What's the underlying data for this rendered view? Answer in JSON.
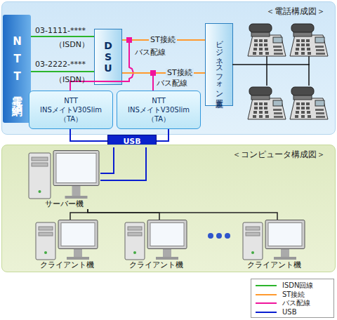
{
  "diagram": {
    "nodes": [
      {
        "text": [
          "＜電話構成図＞"
        ]
      },
      {
        "text": [
          "NTT電話網"
        ],
        "in": 0
      },
      {
        "text": [
          "DSU"
        ],
        "in": 0
      },
      {
        "text": [
          "ビジネスフォン主装置"
        ],
        "in": 0
      },
      {
        "text": [
          "NTT INSメイトV30Slim （TA）"
        ],
        "in": 0
      },
      {
        "text": [
          "NTT INSメイトV30Slim （TA）"
        ],
        "in": 0
      },
      {
        "text": [
          "USB"
        ]
      },
      {
        "text": [
          "＜コンピュータ構成図＞"
        ]
      },
      {
        "text": [
          "サーバー機"
        ],
        "in": 7
      },
      {
        "text": [
          "クライアント機"
        ],
        "in": 7
      },
      {
        "text": [
          "クライアント機"
        ],
        "in": 7
      },
      {
        "text": [
          "クライアント機"
        ],
        "in": 7
      }
    ],
    "edges": [
      {
        "from": 1,
        "to": 2,
        "arrow": "none",
        "label": "03-1111-****"
      },
      {
        "from": 1,
        "to": 2,
        "arrow": "none",
        "label": "03-2222-****"
      },
      {
        "from": 2,
        "to": 4,
        "arrow": "none",
        "label": "バス配線"
      },
      {
        "from": 2,
        "to": 5,
        "arrow": "none",
        "label": "バス配線"
      },
      {
        "from": 2,
        "to": 3,
        "arrow": "none",
        "label": "ST接続"
      },
      {
        "from": 2,
        "to": 3,
        "arrow": "none",
        "label": "ST接続"
      },
      {
        "from": 4,
        "to": 6,
        "arrow": "none"
      },
      {
        "from": 5,
        "to": 6,
        "arrow": "none"
      },
      {
        "from": 6,
        "to": 8,
        "arrow": "none"
      },
      {
        "from": 6,
        "to": 8,
        "arrow": "none"
      },
      {
        "from": 8,
        "to": 9,
        "arrow": "none"
      },
      {
        "from": 8,
        "to": 10,
        "arrow": "none"
      },
      {
        "from": 8,
        "to": 11,
        "arrow": "none"
      }
    ],
    "labels": [
      "（ISDN）",
      "（ISDN）"
    ],
    "legend": [
      {
        "text": "ISDN回線"
      },
      {
        "text": "ST接続"
      },
      {
        "text": "バス配線"
      },
      {
        "text": "USB"
      }
    ]
  }
}
